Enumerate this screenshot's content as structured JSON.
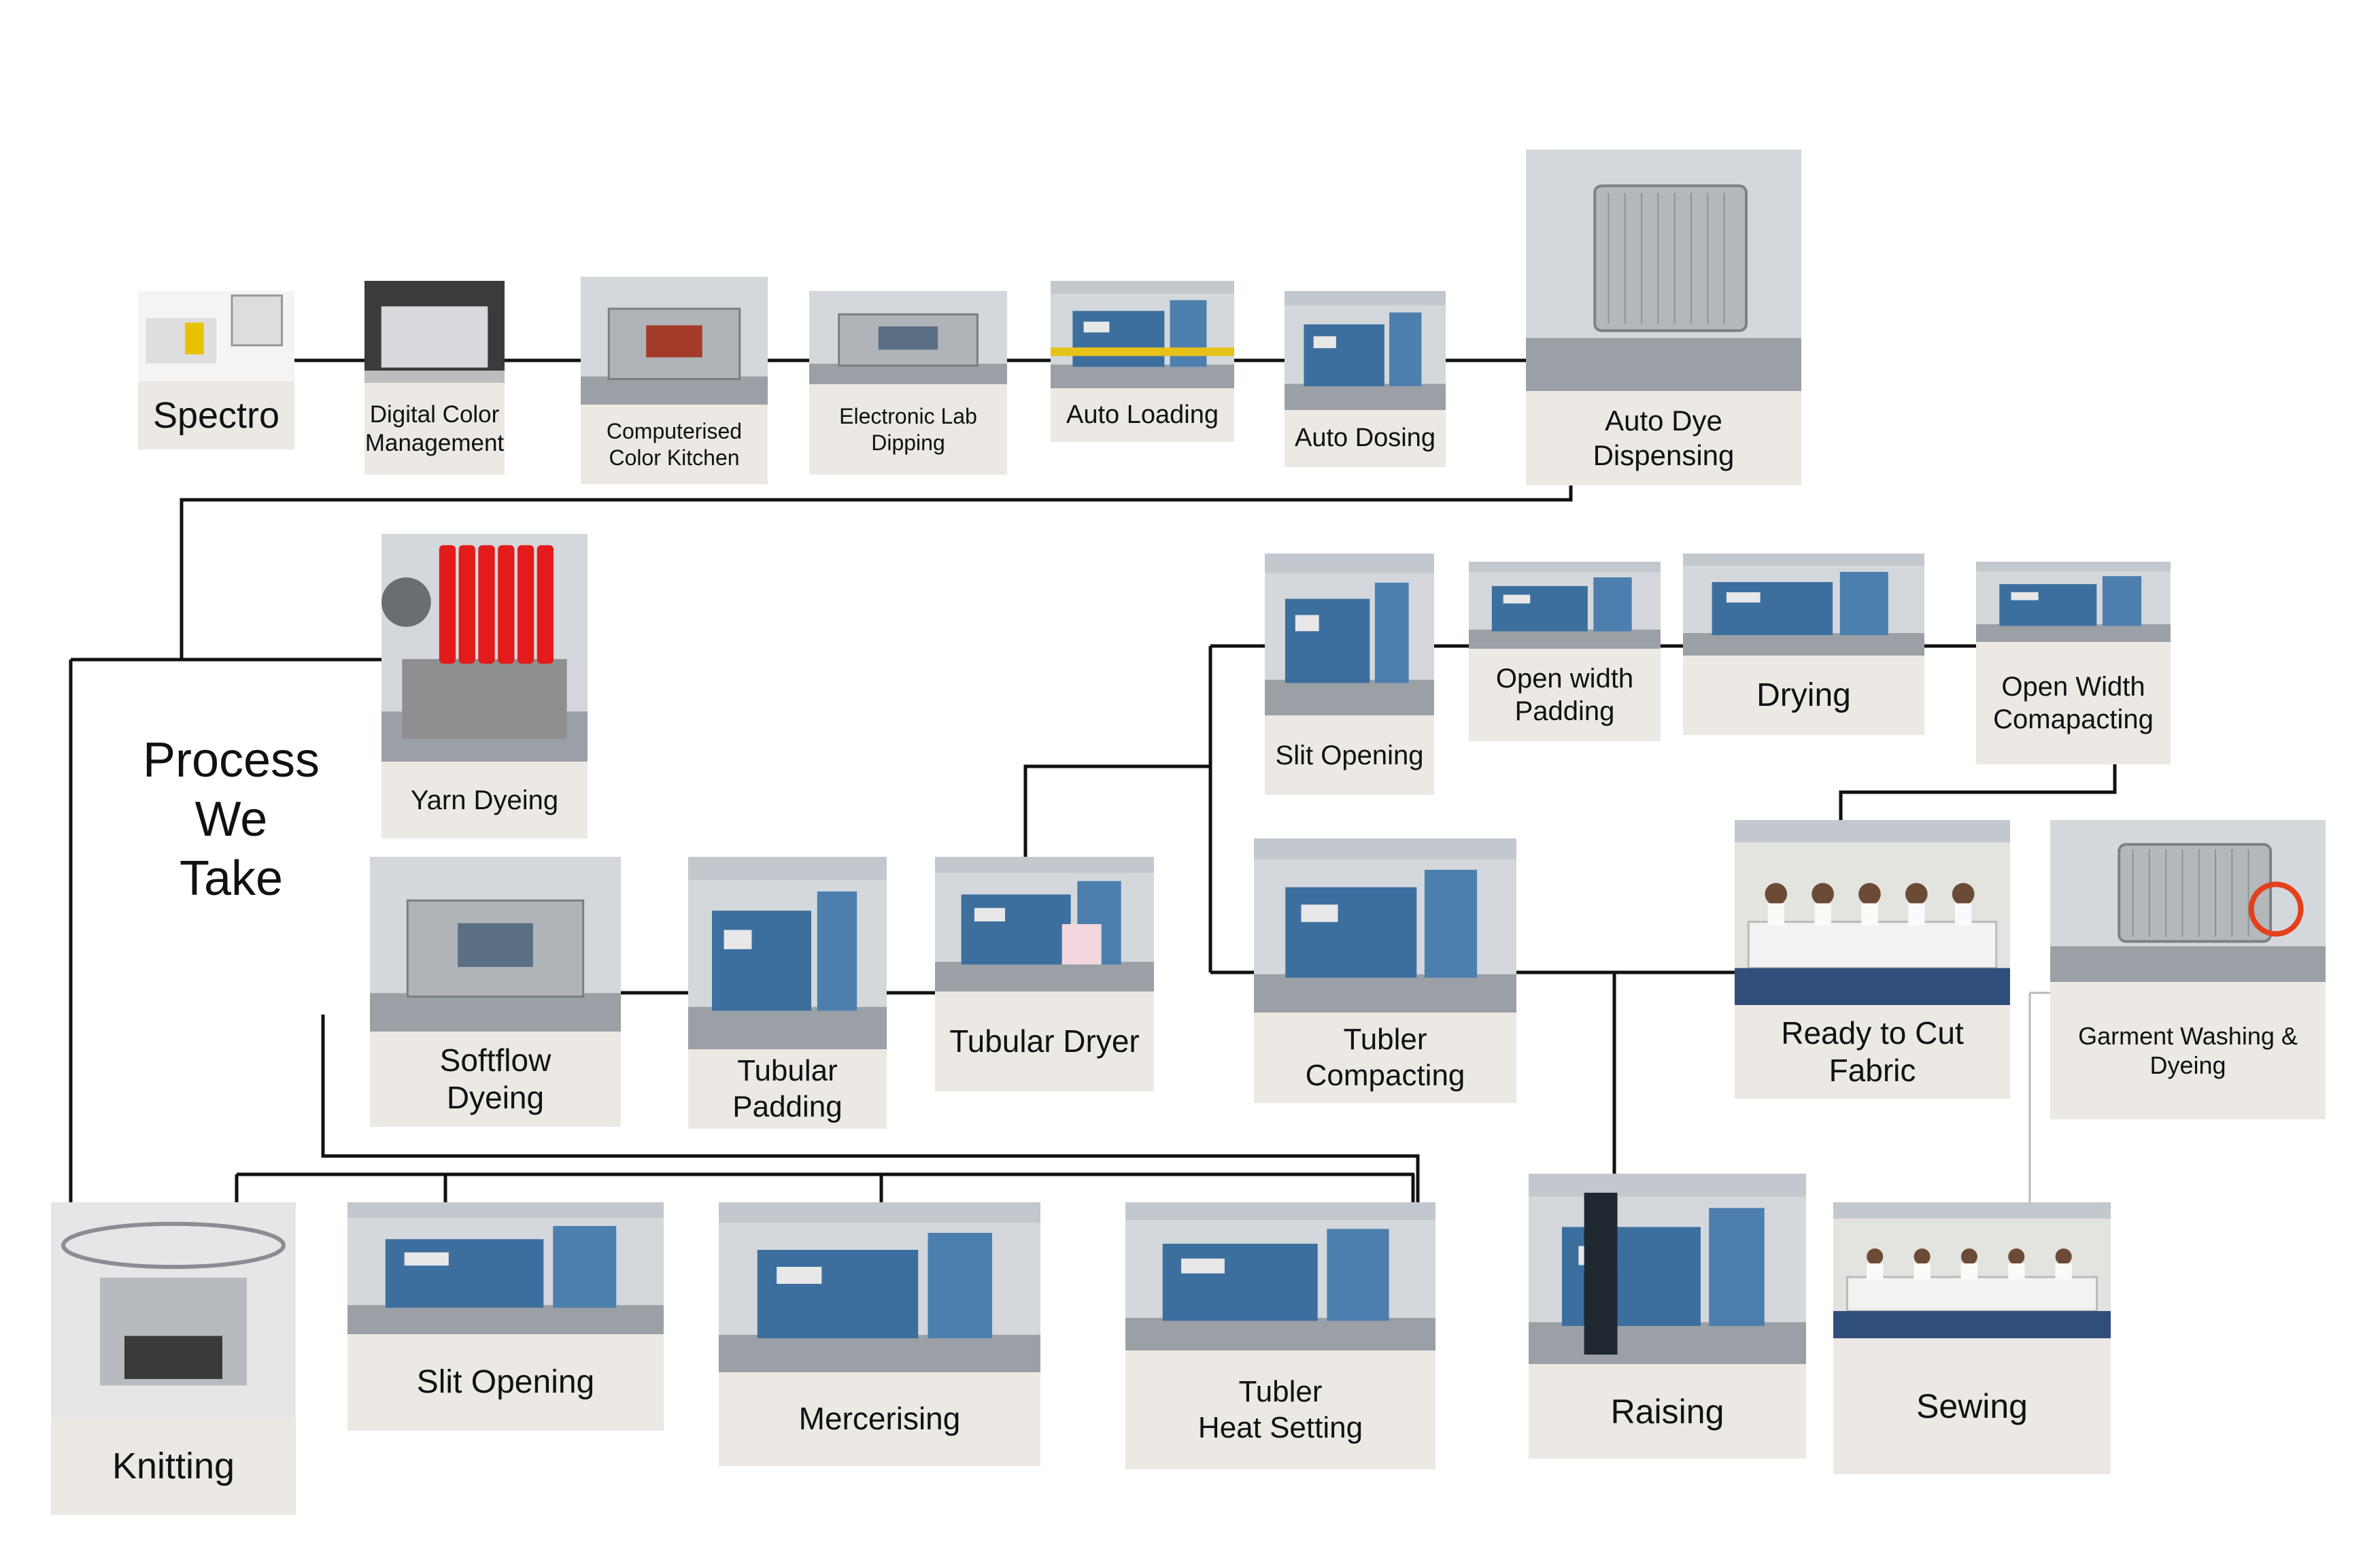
{
  "title": {
    "lines": [
      "Process",
      "We",
      "Take"
    ]
  },
  "colors": {
    "label_bg": "#ece8e3",
    "line": "#111111",
    "thin_line": "#b9b9b9",
    "machine_blue": "#3d6f9e",
    "yarn_red": "#e31b1b"
  },
  "nodes": [
    {
      "id": "spectro",
      "lines": [
        "Spectro"
      ],
      "photo": "lab-instrument"
    },
    {
      "id": "digital-color-management",
      "lines": [
        "Digital Color",
        "Management"
      ],
      "photo": "light-booth"
    },
    {
      "id": "computerised-color-kitchen",
      "lines": [
        "Computerised",
        "Color Kitchen"
      ],
      "photo": "lab-dispenser"
    },
    {
      "id": "electronic-lab-dipping",
      "lines": [
        "Electronic Lab",
        "Dipping"
      ],
      "photo": "lab-dyeing-machine"
    },
    {
      "id": "auto-loading",
      "lines": [
        "Auto Loading"
      ],
      "photo": "loading-line"
    },
    {
      "id": "auto-dosing",
      "lines": [
        "Auto Dosing"
      ],
      "photo": "dosing-tanks"
    },
    {
      "id": "auto-dye-dispensing",
      "lines": [
        "Auto Dye",
        "Dispensing"
      ],
      "photo": "steel-dispensing-tank"
    },
    {
      "id": "yarn-dyeing",
      "lines": [
        "Yarn Dyeing"
      ],
      "photo": "yarn-dyeing-vessel"
    },
    {
      "id": "softflow-dyeing",
      "lines": [
        "Softflow",
        "Dyeing"
      ],
      "photo": "softflow-machine"
    },
    {
      "id": "tubular-padding",
      "lines": [
        "Tubular",
        "Padding"
      ],
      "photo": "padding-machine"
    },
    {
      "id": "tubular-dryer",
      "lines": [
        "Tubular Dryer"
      ],
      "photo": "dryer-machine"
    },
    {
      "id": "slit-opening-top",
      "lines": [
        "Slit Opening"
      ],
      "photo": "slitting-machine"
    },
    {
      "id": "open-width-padding",
      "lines": [
        "Open width",
        "Padding"
      ],
      "photo": "padding-line"
    },
    {
      "id": "drying",
      "lines": [
        "Drying"
      ],
      "photo": "drying-line"
    },
    {
      "id": "open-width-compacting",
      "lines": [
        "Open Width",
        "Comapacting"
      ],
      "photo": "compacting-line"
    },
    {
      "id": "tubler-compacting",
      "lines": [
        "Tubler",
        "Compacting"
      ],
      "photo": "compacting-machine"
    },
    {
      "id": "ready-to-cut-fabric",
      "lines": [
        "Ready to Cut",
        "Fabric"
      ],
      "photo": "cutting-tables"
    },
    {
      "id": "garment-washing-dyeing",
      "lines": [
        "Garment Washing &",
        "Dyeing"
      ],
      "photo": "washing-machine"
    },
    {
      "id": "knitting",
      "lines": [
        "Knitting"
      ],
      "photo": "circular-knitting-machine"
    },
    {
      "id": "slit-opening-bottom",
      "lines": [
        "Slit Opening"
      ],
      "photo": "slitting-machine"
    },
    {
      "id": "mercerising",
      "lines": [
        "Mercerising"
      ],
      "photo": "mercerising-range"
    },
    {
      "id": "tubler-heat-setting",
      "lines": [
        "Tubler",
        "Heat Setting"
      ],
      "photo": "heat-setting-machine"
    },
    {
      "id": "raising",
      "lines": [
        "Raising"
      ],
      "photo": "raising-machine"
    },
    {
      "id": "sewing",
      "lines": [
        "Sewing"
      ],
      "photo": "sewing-floor"
    }
  ]
}
